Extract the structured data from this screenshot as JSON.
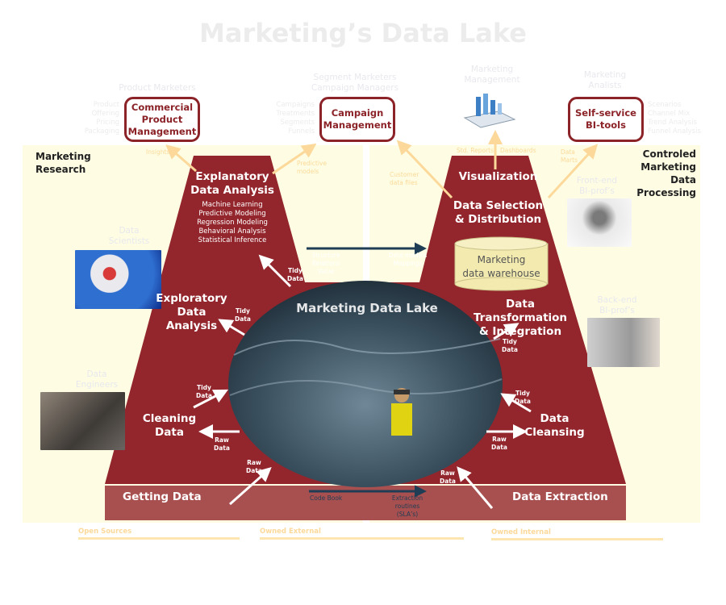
{
  "title": "Marketing’s Data Lake",
  "roles": {
    "product_marketers": "Product Marketers",
    "segment_marketers": "Segment Marketers",
    "campaign_managers": "Campaign Managers",
    "marketing_management_1": "Marketing",
    "marketing_management_2": "Management",
    "marketing_analists_1": "Marketing",
    "marketing_analists_2": "Analists",
    "data_scientists_1": "Data",
    "data_scientists_2": "Scientists",
    "data_engineers_1": "Data",
    "data_engineers_2": "Engineers",
    "frontend_1": "Front-end",
    "frontend_2": "BI-prof’s",
    "backend_1": "Back-end",
    "backend_2": "BI-prof’s"
  },
  "boxes": {
    "commercial": [
      "Commercial",
      "Product",
      "Management"
    ],
    "campaign": [
      "Campaign",
      "Management"
    ],
    "selfservice": [
      "Self-service",
      "BI-tools"
    ]
  },
  "product_items": [
    "Product",
    "Offering",
    "Pricing",
    "Packaging"
  ],
  "campaign_items": [
    "Campaigns",
    "Treatments",
    "Segments",
    "Funnels"
  ],
  "bi_items": [
    "Scenarios",
    "Channel Mix",
    "Trend Analysis",
    "Funnel Analysis"
  ],
  "sides": {
    "left": [
      "Marketing",
      "Research"
    ],
    "right": [
      "Controled",
      "Marketing",
      "Data",
      "Processing"
    ]
  },
  "outputs": {
    "insights": "Insights",
    "predictive": [
      "Predictive",
      "models"
    ],
    "customer": [
      "Customer",
      "data files"
    ],
    "std_reports": "Std. Reports",
    "dashboards": "Dashboards",
    "data_marts": [
      "Data",
      "Marts"
    ]
  },
  "stages": {
    "explanatory": [
      "Explanatory",
      "Data Analysis"
    ],
    "explanatory_items": [
      "Machine Learning",
      "Predictive Modeling",
      "Regression Modeling",
      "Behavioral Analysis",
      "Statistical Inference"
    ],
    "exploratory": [
      "Exploratory",
      "Data",
      "Analysis"
    ],
    "cleaning": [
      "Cleaning",
      "Data"
    ],
    "getting": "Getting Data",
    "visualization": "Visualization",
    "selection": [
      "Data Selection",
      "& Distribution"
    ],
    "warehouse": [
      "Marketing",
      "data warehouse"
    ],
    "transformation": [
      "Data Transformation",
      "& Integration"
    ],
    "cleansing": [
      "Data",
      "Cleansing"
    ],
    "extraction": "Data Extraction",
    "lake": "Marketing Data Lake"
  },
  "flows": {
    "tidy": [
      "Tidy",
      "Data"
    ],
    "raw": [
      "Raw",
      "Data"
    ],
    "structure": [
      "Structure",
      "Relations",
      "Value"
    ],
    "models": [
      "Data models",
      "Mappings"
    ],
    "codebook": "Code Book",
    "extraction_routines": [
      "Extraction",
      "routines",
      "(SLA’s)"
    ]
  },
  "sources": [
    "Open Sources",
    "Owned External",
    "Owned Internal"
  ],
  "colors": {
    "red": "#93252c",
    "band": "#a85050",
    "panel": "#fefde3",
    "arrow": "#fcd99a",
    "navy": "#1f3d55"
  }
}
